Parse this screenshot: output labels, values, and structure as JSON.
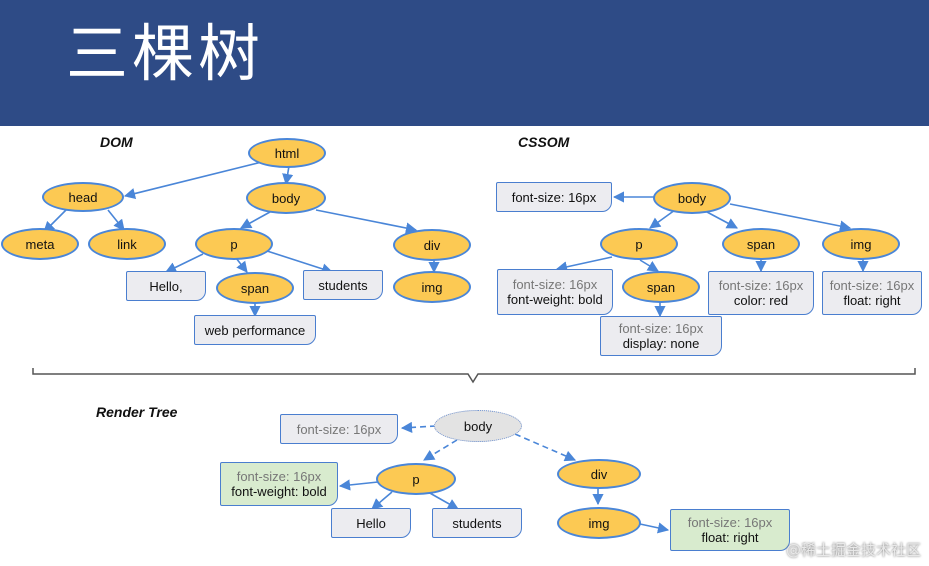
{
  "header": {
    "title": "三棵树"
  },
  "sections": {
    "dom": "DOM",
    "cssom": "CSSOM",
    "render": "Render Tree"
  },
  "dom": {
    "html": "html",
    "head": "head",
    "body": "body",
    "meta": "meta",
    "link": "link",
    "p": "p",
    "div": "div",
    "hello": "Hello,",
    "span": "span",
    "students": "students",
    "img": "img",
    "web_performance": "web performance"
  },
  "cssom": {
    "body": "body",
    "body_style": "font-size: 16px",
    "p": "p",
    "span": "span",
    "img": "img",
    "p_style_1": "font-size: 16px",
    "p_style_2": "font-weight: bold",
    "p_span": "span",
    "span_style_1": "font-size: 16px",
    "span_style_2": "color: red",
    "img_style_1": "font-size: 16px",
    "img_style_2": "float: right",
    "p_span_style_1": "font-size: 16px",
    "p_span_style_2": "display: none"
  },
  "render": {
    "body": "body",
    "body_style": "font-size: 16px",
    "p": "p",
    "div": "div",
    "p_style_1": "font-size: 16px",
    "p_style_2": "font-weight: bold",
    "hello": "Hello",
    "students": "students",
    "img": "img",
    "img_style_1": "font-size: 16px",
    "img_style_2": "float: right"
  },
  "watermark": "@稀土掘金技术社区",
  "colors": {
    "header_bg": "#2e4b86",
    "node_fill": "#fcc953",
    "node_border": "#4a86d8",
    "box_fill": "#ececf0",
    "box_green": "#d8ebce"
  }
}
